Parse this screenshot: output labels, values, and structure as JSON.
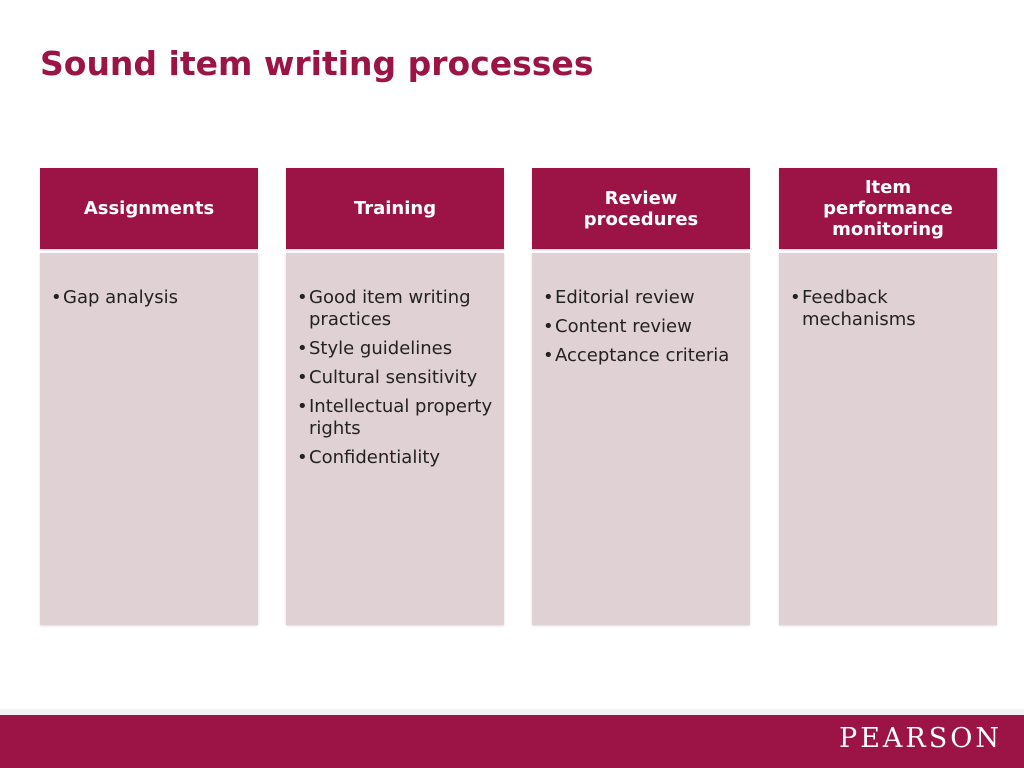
{
  "slide": {
    "title": "Sound item writing processes"
  },
  "columns": [
    {
      "heading": "Assignments",
      "items": [
        "Gap analysis"
      ]
    },
    {
      "heading": "Training",
      "items": [
        "Good item writing practices",
        "Style guidelines",
        "Cultural sensitivity",
        "Intellectual property rights",
        "Confidentiality"
      ]
    },
    {
      "heading": "Review procedures",
      "items": [
        "Editorial review",
        "Content review",
        "Acceptance criteria"
      ]
    },
    {
      "heading": "Item performance monitoring",
      "items": [
        "Feedback mechanisms"
      ]
    }
  ],
  "footer": {
    "logo_text": "PEARSON"
  },
  "colors": {
    "accent": "#9b1445",
    "panel": "#e0d1d4"
  }
}
